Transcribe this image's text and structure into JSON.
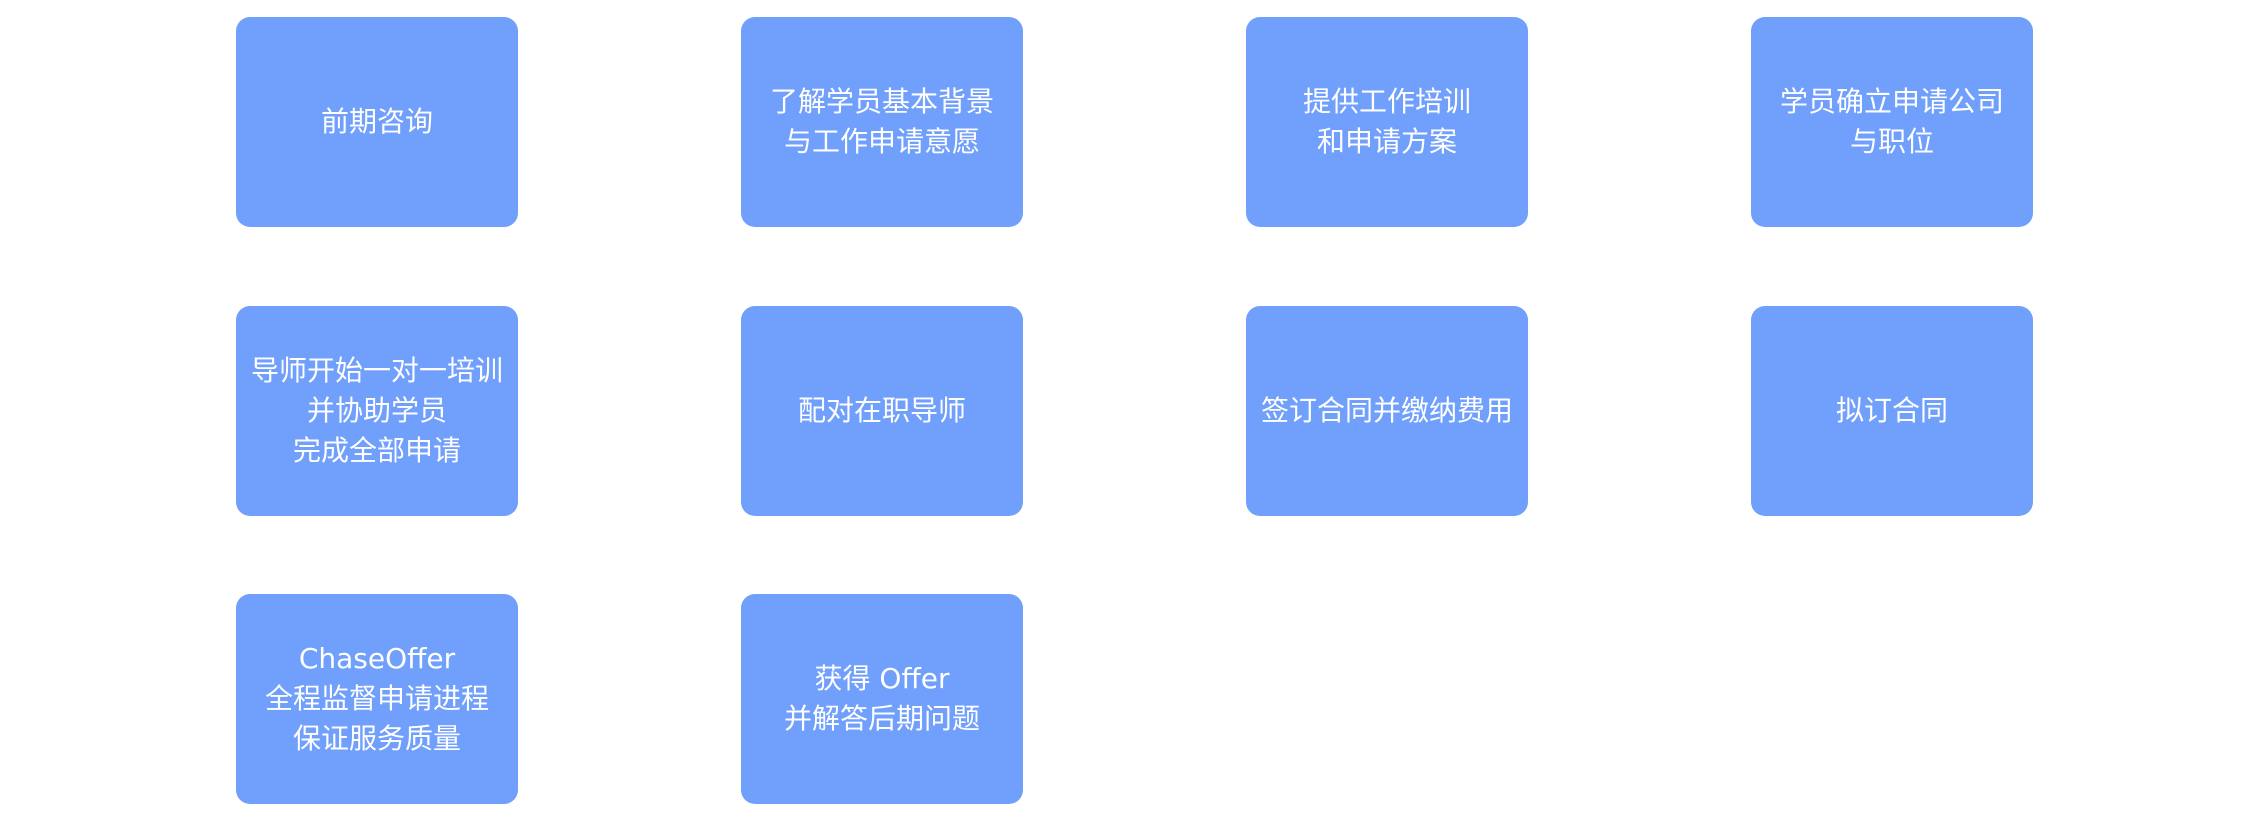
{
  "colors": {
    "background": "#ffffff",
    "step_fill": "#709ffc",
    "step_text": "#ffffff"
  },
  "steps": [
    {
      "lines": [
        "前期咨询"
      ]
    },
    {
      "lines": [
        "了解学员基本背景",
        "与工作申请意愿"
      ]
    },
    {
      "lines": [
        "提供工作培训",
        "和申请方案"
      ]
    },
    {
      "lines": [
        "学员确立申请公司",
        "与职位"
      ]
    },
    {
      "lines": [
        "拟订合同"
      ]
    },
    {
      "lines": [
        "签订合同并缴纳费用"
      ]
    },
    {
      "lines": [
        "配对在职导师"
      ]
    },
    {
      "lines": [
        "导师开始一对一培训",
        "并协助学员",
        "完成全部申请"
      ]
    },
    {
      "lines": [
        "ChaseOffer",
        "全程监督申请进程",
        "保证服务质量"
      ]
    },
    {
      "lines": [
        "获得 Offer",
        "并解答后期问题"
      ]
    }
  ]
}
